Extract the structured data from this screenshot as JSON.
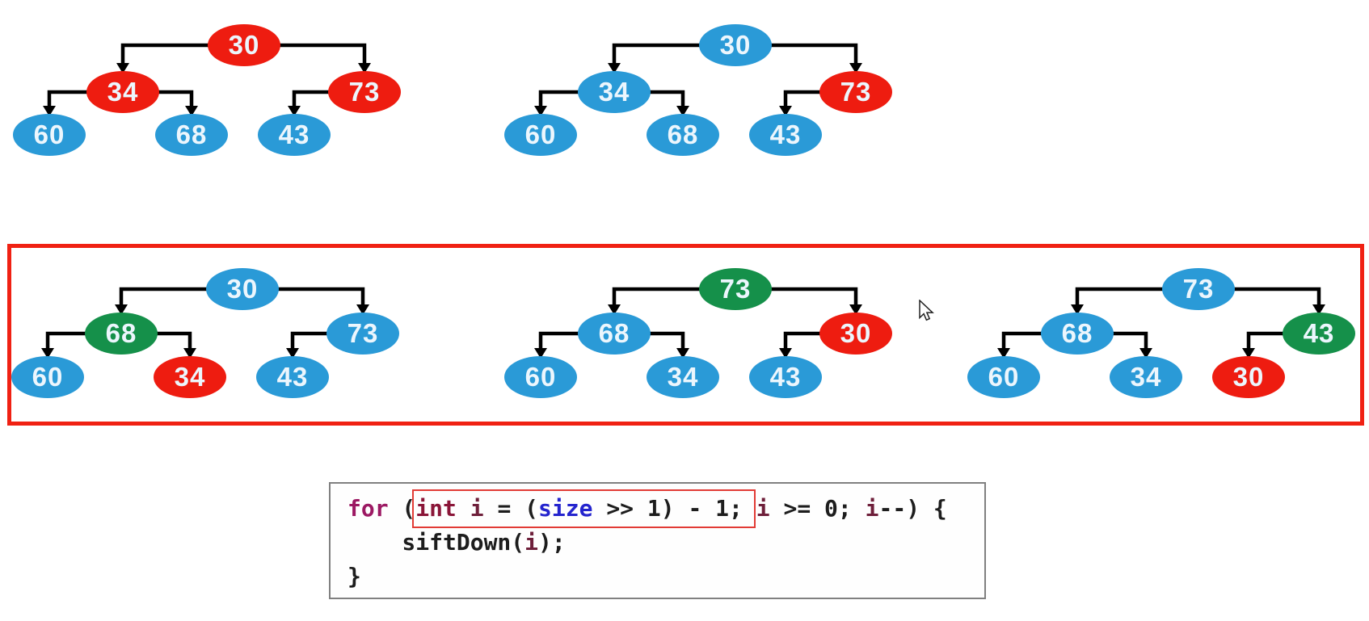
{
  "palette": {
    "node_red": "#ee1c10",
    "node_blue": "#2a9ad7",
    "node_green": "#15904a",
    "node_text": "#ecf6fd",
    "edge_black": "#000000",
    "highlight_red": "#f02113",
    "code_border_gray": "#808080",
    "code_highlight_red": "#e23b35",
    "code_keyword": "#9c1963",
    "code_type": "#8a1538",
    "code_member": "#2424ce",
    "code_var": "#6e1f3a",
    "code_plain": "#1d1d1d"
  },
  "trees": [
    {
      "name": "heap-step-1",
      "nodes": [
        {
          "pos": "root",
          "value": "30",
          "color": "node_red"
        },
        {
          "pos": "left",
          "value": "34",
          "color": "node_red"
        },
        {
          "pos": "right",
          "value": "73",
          "color": "node_red"
        },
        {
          "pos": "left-left",
          "value": "60",
          "color": "node_blue"
        },
        {
          "pos": "left-right",
          "value": "68",
          "color": "node_blue"
        },
        {
          "pos": "right-left",
          "value": "43",
          "color": "node_blue"
        }
      ]
    },
    {
      "name": "heap-step-2",
      "nodes": [
        {
          "pos": "root",
          "value": "30",
          "color": "node_blue"
        },
        {
          "pos": "left",
          "value": "34",
          "color": "node_blue"
        },
        {
          "pos": "right",
          "value": "73",
          "color": "node_red"
        },
        {
          "pos": "left-left",
          "value": "60",
          "color": "node_blue"
        },
        {
          "pos": "left-right",
          "value": "68",
          "color": "node_blue"
        },
        {
          "pos": "right-left",
          "value": "43",
          "color": "node_blue"
        }
      ]
    },
    {
      "name": "heap-step-3",
      "nodes": [
        {
          "pos": "root",
          "value": "30",
          "color": "node_blue"
        },
        {
          "pos": "left",
          "value": "68",
          "color": "node_green"
        },
        {
          "pos": "right",
          "value": "73",
          "color": "node_blue"
        },
        {
          "pos": "left-left",
          "value": "60",
          "color": "node_blue"
        },
        {
          "pos": "left-right",
          "value": "34",
          "color": "node_red"
        },
        {
          "pos": "right-left",
          "value": "43",
          "color": "node_blue"
        }
      ]
    },
    {
      "name": "heap-step-4",
      "nodes": [
        {
          "pos": "root",
          "value": "73",
          "color": "node_green"
        },
        {
          "pos": "left",
          "value": "68",
          "color": "node_blue"
        },
        {
          "pos": "right",
          "value": "30",
          "color": "node_red"
        },
        {
          "pos": "left-left",
          "value": "60",
          "color": "node_blue"
        },
        {
          "pos": "left-right",
          "value": "34",
          "color": "node_blue"
        },
        {
          "pos": "right-left",
          "value": "43",
          "color": "node_blue"
        }
      ]
    },
    {
      "name": "heap-step-5",
      "nodes": [
        {
          "pos": "root",
          "value": "73",
          "color": "node_blue"
        },
        {
          "pos": "left",
          "value": "68",
          "color": "node_blue"
        },
        {
          "pos": "right",
          "value": "43",
          "color": "node_green"
        },
        {
          "pos": "left-left",
          "value": "60",
          "color": "node_blue"
        },
        {
          "pos": "left-right",
          "value": "34",
          "color": "node_blue"
        },
        {
          "pos": "right-left",
          "value": "30",
          "color": "node_red"
        }
      ]
    }
  ],
  "code": {
    "lines": [
      [
        {
          "text": "for",
          "style": "keyword"
        },
        {
          "text": " (",
          "style": "plain"
        },
        {
          "text": "int",
          "style": "type"
        },
        {
          "text": " ",
          "style": "plain"
        },
        {
          "text": "i",
          "style": "var"
        },
        {
          "text": " = (",
          "style": "plain"
        },
        {
          "text": "size",
          "style": "member"
        },
        {
          "text": " >> 1) - 1; ",
          "style": "plain"
        },
        {
          "text": "i",
          "style": "var"
        },
        {
          "text": " >= 0; ",
          "style": "plain"
        },
        {
          "text": "i",
          "style": "var"
        },
        {
          "text": "--) {",
          "style": "plain"
        }
      ],
      [
        {
          "text": "    siftDown(",
          "style": "plain"
        },
        {
          "text": "i",
          "style": "var"
        },
        {
          "text": ");",
          "style": "plain"
        }
      ],
      [
        {
          "text": "}",
          "style": "plain"
        }
      ]
    ]
  }
}
